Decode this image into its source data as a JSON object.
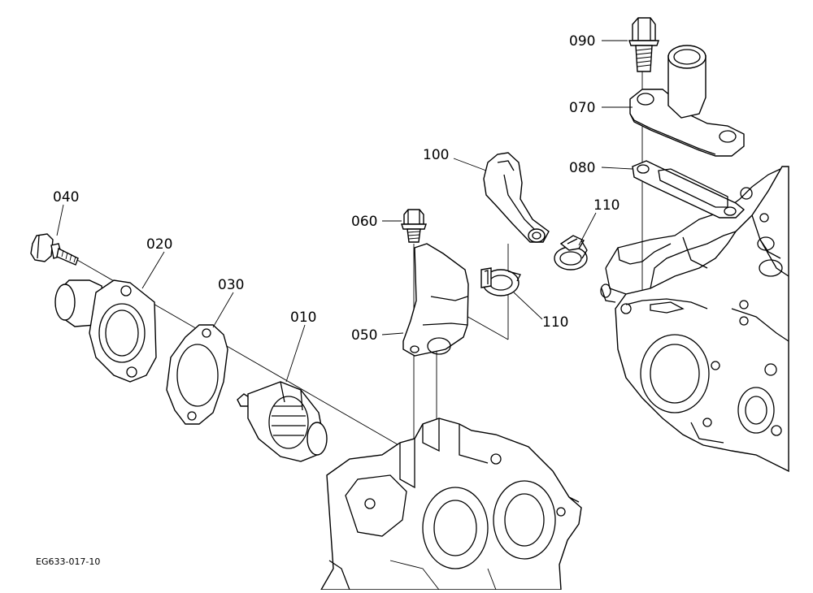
{
  "diagram": {
    "drawing_code": "EG633-017-10",
    "callouts": [
      {
        "id": "090",
        "label": "090"
      },
      {
        "id": "070",
        "label": "070"
      },
      {
        "id": "100",
        "label": "100"
      },
      {
        "id": "080",
        "label": "080"
      },
      {
        "id": "110a",
        "label": "110"
      },
      {
        "id": "040",
        "label": "040"
      },
      {
        "id": "060",
        "label": "060"
      },
      {
        "id": "020",
        "label": "020"
      },
      {
        "id": "030",
        "label": "030"
      },
      {
        "id": "010",
        "label": "010"
      },
      {
        "id": "110b",
        "label": "110"
      },
      {
        "id": "050",
        "label": "050"
      }
    ]
  }
}
